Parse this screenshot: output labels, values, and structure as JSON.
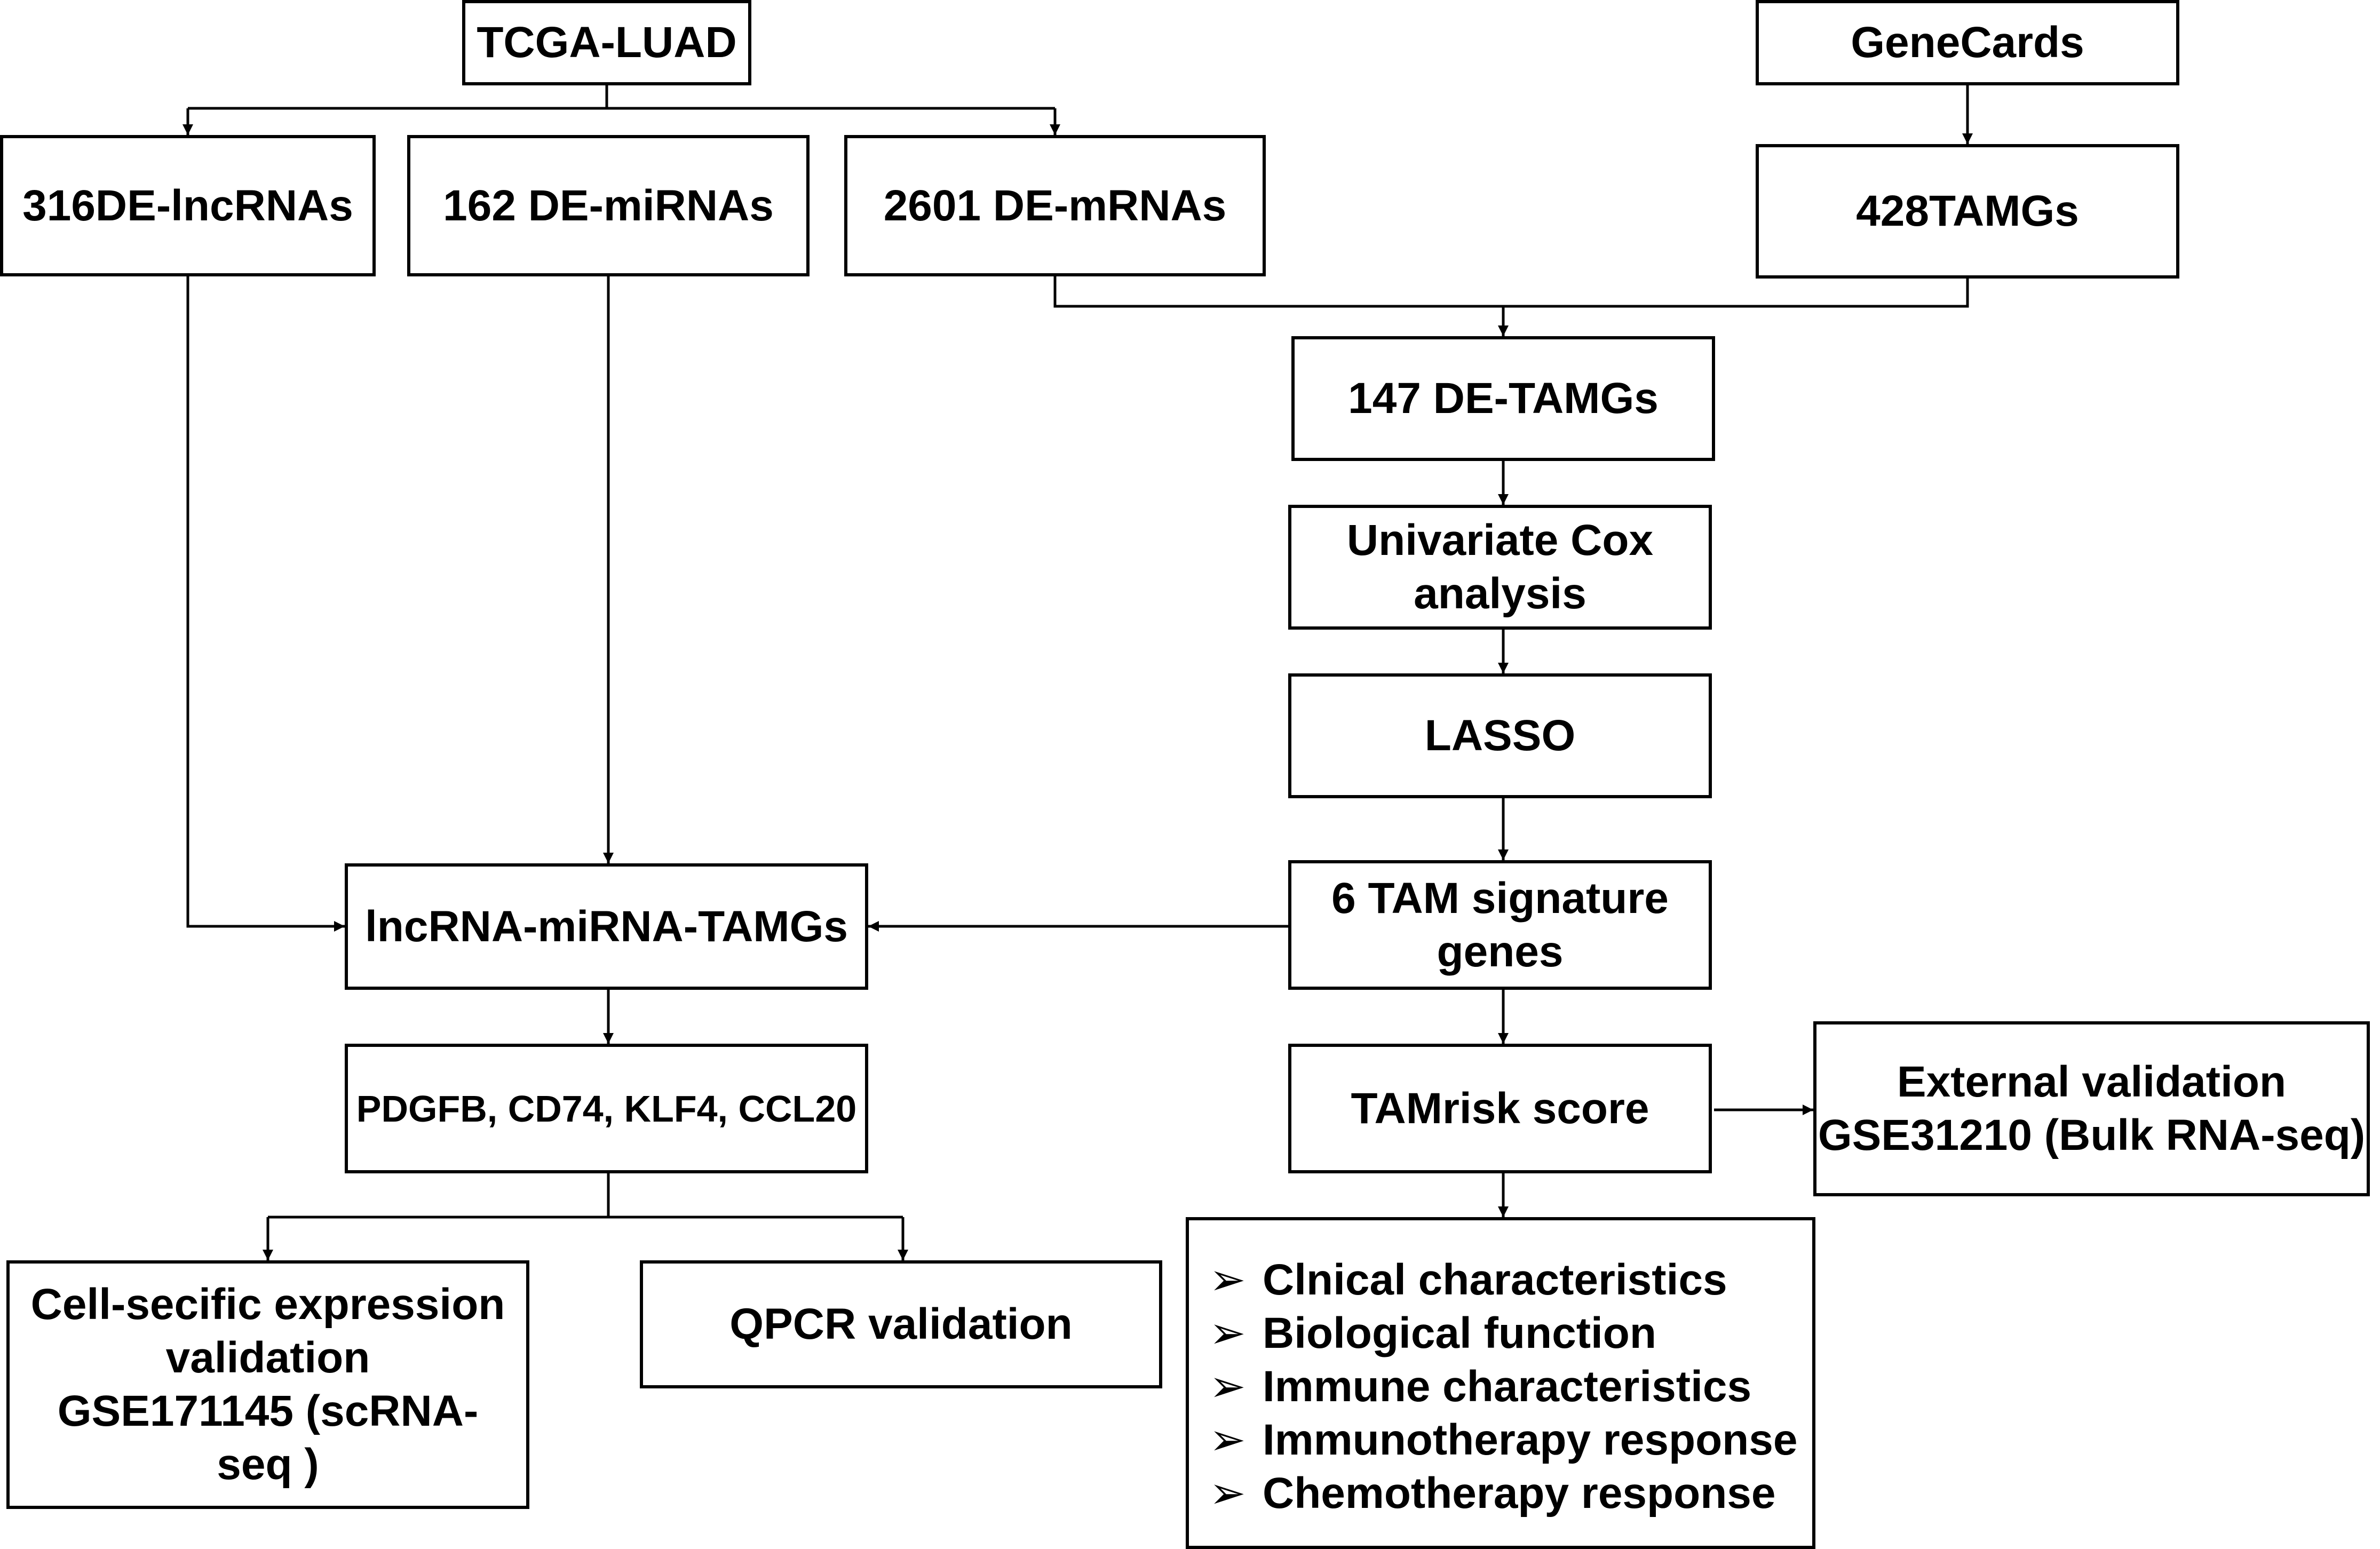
{
  "nodes": {
    "tcga": "TCGA-LUAD",
    "genecards": "GeneCards",
    "lncrnas": "316DE-lncRNAs",
    "mirnas": "162 DE-miRNAs",
    "mrnas": "2601 DE-mRNAs",
    "tamgs": "428TAMGs",
    "de_tamgs": "147 DE-TAMGs",
    "univariate": "Univariate Cox\nanalysis",
    "lasso": "LASSO",
    "signature": "6 TAM signature\ngenes",
    "network": "lncRNA-miRNA-TAMGs",
    "genes": "PDGFB, CD74, KLF4, CCL20",
    "tamrisk": "TAMrisk score",
    "external": "External validation\nGSE31210 (Bulk RNA-seq)",
    "cell_specific": "Cell-secific expression\nvalidation\nGSE171145 (scRNA-\nseq )",
    "qpcr": "QPCR validation"
  },
  "outcomes": {
    "bullet_glyph": "➢",
    "items": [
      "Clnical characteristics",
      "Biological function",
      "Immune characteristics",
      "Immunotherapy response",
      "Chemotherapy response"
    ]
  }
}
